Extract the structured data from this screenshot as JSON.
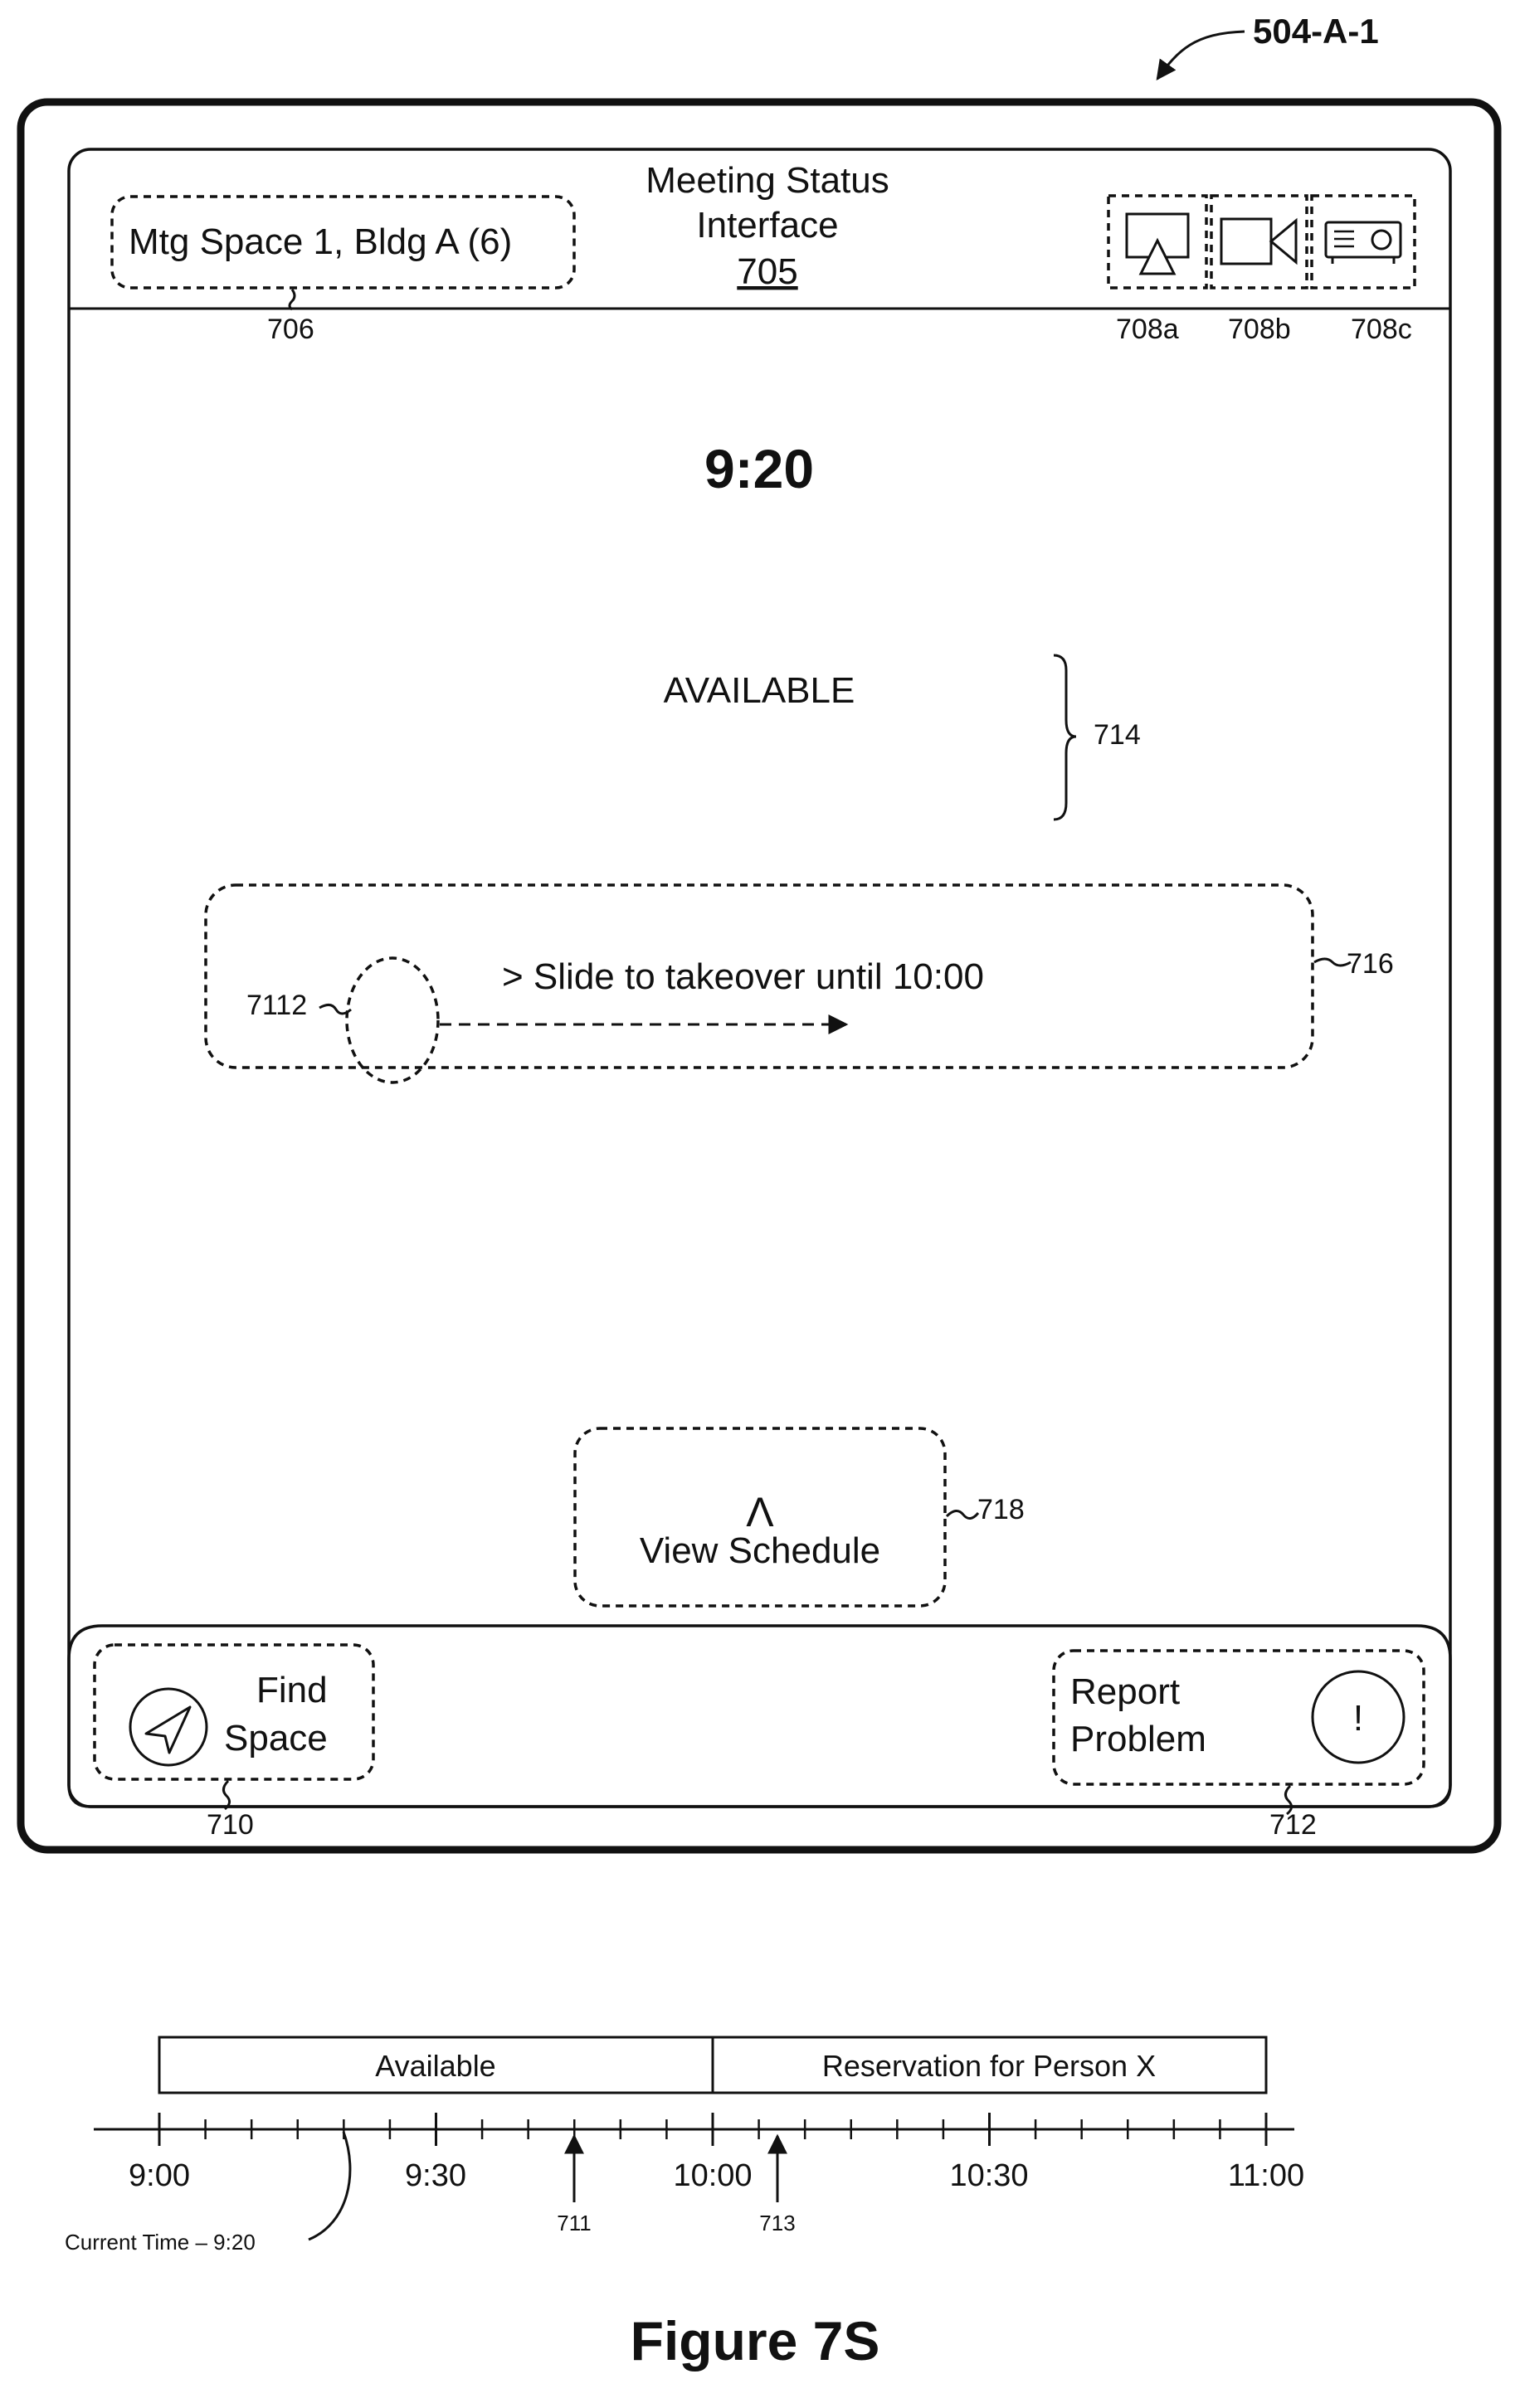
{
  "figure_ref": "504-A-1",
  "header": {
    "location": "Mtg Space 1, Bldg A (6)",
    "location_ref": "706",
    "title_line1": "Meeting Status",
    "title_line2": "Interface",
    "title_ref": "705",
    "equipment_icons": [
      {
        "name": "display-icon",
        "ref": "708a"
      },
      {
        "name": "camera-icon",
        "ref": "708b"
      },
      {
        "name": "projector-icon",
        "ref": "708c"
      }
    ]
  },
  "main": {
    "time": "9:20",
    "status": "AVAILABLE",
    "status_ref": "714",
    "slider_text": "> Slide to takeover until 10:00",
    "slider_ref": "716",
    "handle_ref": "7112",
    "schedule_chevron": "Λ",
    "schedule_label": "View Schedule",
    "schedule_ref": "718"
  },
  "footer": {
    "find_line1": "Find",
    "find_line2": "Space",
    "find_ref": "710",
    "report_line1": "Report",
    "report_line2": "Problem",
    "report_icon_glyph": "!",
    "report_ref": "712"
  },
  "timeline": {
    "segments": [
      {
        "label": "Available",
        "start": "9:00",
        "end": "10:00"
      },
      {
        "label": "Reservation for Person X",
        "start": "10:00",
        "end": "11:00"
      }
    ],
    "tick_labels": [
      "9:00",
      "9:30",
      "10:00",
      "10:30",
      "11:00"
    ],
    "current_time_label": "Current Time – 9:20",
    "markers": [
      {
        "ref": "711",
        "time": "9:45"
      },
      {
        "ref": "713",
        "time": "10:04"
      }
    ]
  },
  "caption": "Figure 7S"
}
